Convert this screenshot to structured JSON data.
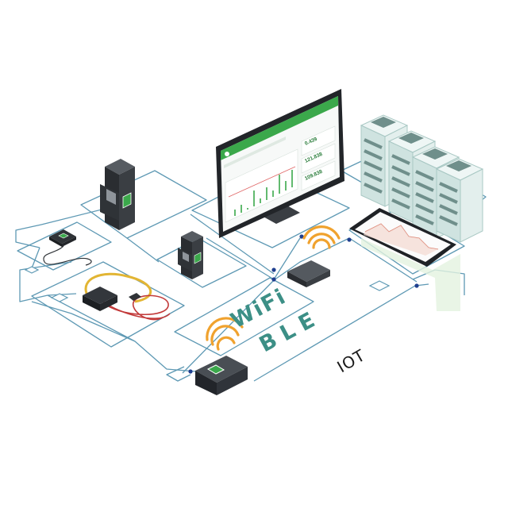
{
  "labels": {
    "wifi": "WiFi",
    "ble": "BLE",
    "iot": "IOT"
  },
  "dashboard": {
    "readings": [
      "0.439",
      "121.838",
      "109.838"
    ]
  },
  "colors": {
    "network_line": "#5e99b4",
    "wifi_signal": "#f0a22e",
    "brand_green": "#3ba84b",
    "text_teal": "#3c8f86",
    "device_dark": "#2e3236",
    "server_panel": "#cfe3e0"
  },
  "icons": [
    "wifi-signal-icon",
    "brand-logo-icon"
  ]
}
